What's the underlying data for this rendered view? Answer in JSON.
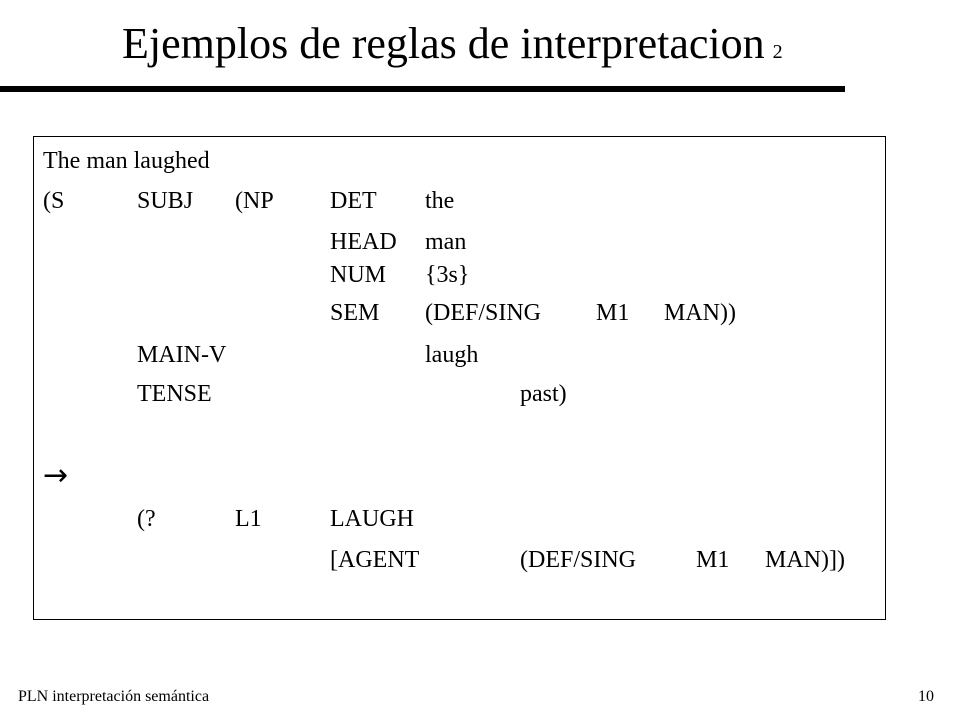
{
  "slide": {
    "title": "Ejemplos de reglas de interpretacion",
    "title_sub": "2"
  },
  "content": {
    "sentence": "The man laughed",
    "tokens": {
      "open_s": "(S",
      "subj": "SUBJ",
      "open_np": "(NP",
      "det": "DET",
      "the": "the",
      "head": "HEAD",
      "man": "man",
      "num": "NUM",
      "num_val": "{3s}",
      "sem": "SEM",
      "sem_def": "(DEF/SING",
      "sem_m1": "M1",
      "sem_man": "MAN))",
      "main_v": "MAIN-V",
      "laugh": "laugh",
      "tense": "TENSE",
      "past": "past)",
      "arrow": "→",
      "open_q": "(?",
      "l1": "L1",
      "laugh_pred": "LAUGH",
      "agent": "[AGENT",
      "agent_def": "(DEF/SING",
      "agent_m1": "M1",
      "agent_man": "MAN)])"
    }
  },
  "footer": {
    "left": "PLN  interpretación semántica",
    "page_number": "10"
  }
}
